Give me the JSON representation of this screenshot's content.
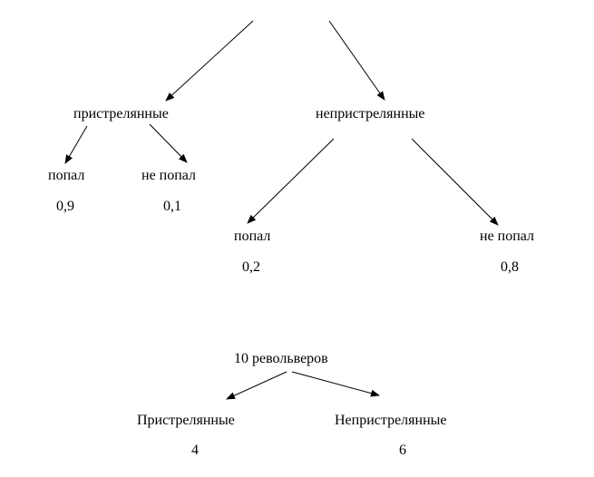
{
  "top_tree": {
    "branch_zeroed": {
      "label": "пристрелянные",
      "hit": {
        "label": "попал",
        "probability": "0,9"
      },
      "miss": {
        "label": "не попал",
        "probability": "0,1"
      }
    },
    "branch_not_zeroed": {
      "label": "непристрелянные",
      "hit": {
        "label": "попал",
        "probability": "0,2"
      },
      "miss": {
        "label": "не попал",
        "probability": "0,8"
      }
    }
  },
  "bottom_tree": {
    "root": "10 револьверов",
    "left": {
      "label": "Пристрелянные",
      "count": "4"
    },
    "right": {
      "label": "Непристрелянные",
      "count": "6"
    }
  },
  "colors": {
    "line": "#000000",
    "text": "#000000",
    "background": "#ffffff"
  }
}
